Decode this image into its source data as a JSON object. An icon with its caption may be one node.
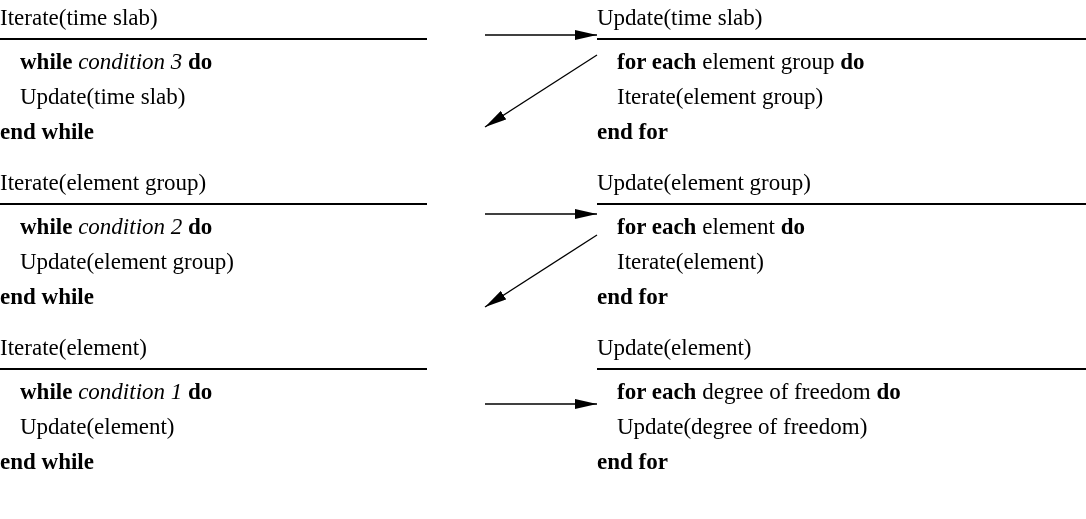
{
  "diagram": {
    "nodes": [
      {
        "text": [
          "Iterate(time slab)",
          "**while** *condition 3* **do**",
          "Update(time slab)",
          "end while"
        ]
      },
      {
        "text": [
          "Update(time slab)",
          "**for each** element group **do**",
          "Iterate(element group)",
          "end for"
        ]
      },
      {
        "text": [
          "Iterate(element group)",
          "**while** *condition 2* **do**",
          "Update(element group)",
          "end while"
        ]
      },
      {
        "text": [
          "Update(element group)",
          "**for each** element **do**",
          "Iterate(element)",
          "end for"
        ]
      },
      {
        "text": [
          "Iterate(element)",
          "**while** *condition 1* **do**",
          "Update(element)",
          "end while"
        ]
      },
      {
        "text": [
          "Update(element)",
          "**for each** degree of freedom **do**",
          "Update(degree of freedom)",
          "end for"
        ]
      }
    ],
    "edges": [
      {
        "from": 0,
        "to": 1,
        "arrow": "to"
      },
      {
        "from": 1,
        "to": 0,
        "arrow": "to"
      },
      {
        "from": 2,
        "to": 3,
        "arrow": "to"
      },
      {
        "from": 3,
        "to": 2,
        "arrow": "to"
      },
      {
        "from": 4,
        "to": 5,
        "arrow": "to"
      }
    ]
  }
}
